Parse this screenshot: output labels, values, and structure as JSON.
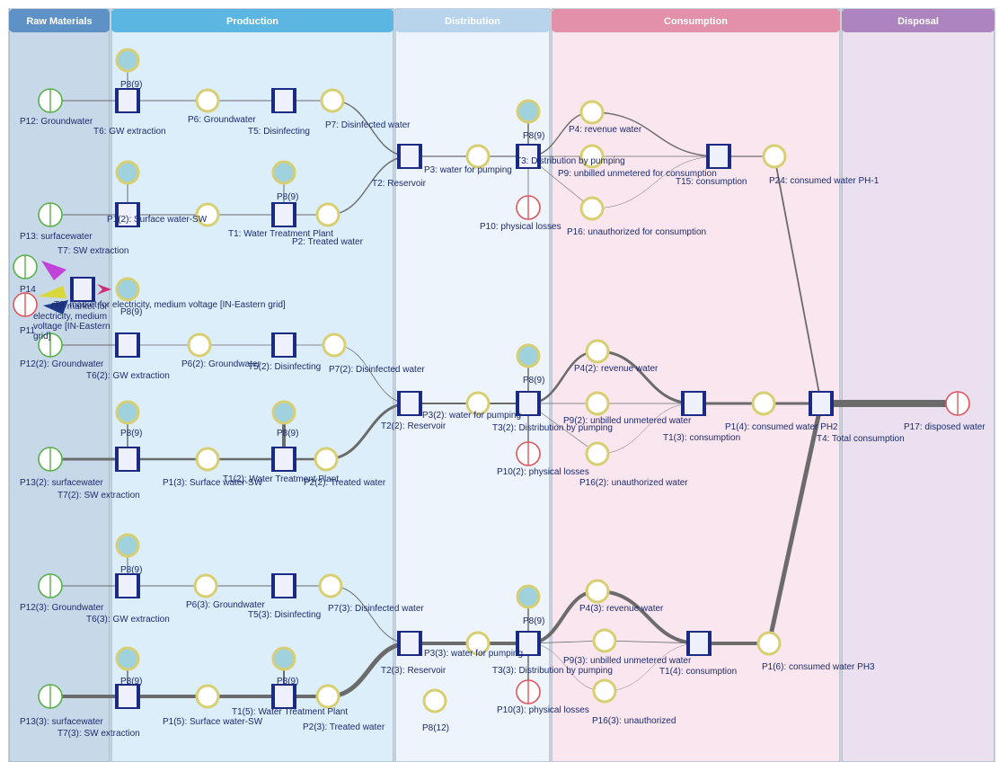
{
  "lanes": [
    {
      "id": "raw",
      "title": "Raw Materials",
      "header": "#5e92c6",
      "bg": "#c7d9e8"
    },
    {
      "id": "prod",
      "title": "Production",
      "header": "#5bb7e2",
      "bg": "#dbeefa"
    },
    {
      "id": "dist",
      "title": "Distribution",
      "header": "#b8d4ec",
      "bg": "#eef4fb"
    },
    {
      "id": "cons",
      "title": "Consumption",
      "header": "#e391aa",
      "bg": "#fae6ee"
    },
    {
      "id": "disp",
      "title": "Disposal",
      "header": "#ad84bd",
      "bg": "#eae0f0"
    }
  ],
  "places": [
    {
      "id": "p8a",
      "label": "P8(9)",
      "kind": "tok"
    },
    {
      "id": "p12",
      "label": "P12: Groundwater",
      "kind": "src"
    },
    {
      "id": "p6",
      "label": "P6: Groundwater",
      "kind": "norm"
    },
    {
      "id": "p7",
      "label": "P7: Disinfected water",
      "kind": "norm"
    },
    {
      "id": "p8b",
      "label": "P8(9)",
      "kind": "tok"
    },
    {
      "id": "p3",
      "label": "P3: water for pumping",
      "kind": "norm"
    },
    {
      "id": "p4",
      "label": "P4: revenue water",
      "kind": "norm"
    },
    {
      "id": "p9",
      "label": "P9: unbilled unmetered for consumption",
      "kind": "norm"
    },
    {
      "id": "p24",
      "label": "P24: consumed water PH-1",
      "kind": "norm"
    },
    {
      "id": "p10",
      "label": "P10: physical losses",
      "kind": "sink"
    },
    {
      "id": "p16",
      "label": "P16: unauthorized for consumption",
      "kind": "norm"
    },
    {
      "id": "p8c",
      "label": "",
      "kind": "tok"
    },
    {
      "id": "p8d",
      "label": "P8(9)",
      "kind": "tok"
    },
    {
      "id": "p13",
      "label": "P13: surfacewater",
      "kind": "src"
    },
    {
      "id": "p1_2",
      "label": "P1(2): Surface water-SW",
      "kind": "norm"
    },
    {
      "id": "p2",
      "label": "P2: Treated water",
      "kind": "norm"
    },
    {
      "id": "p14",
      "label": "P14",
      "kind": "src"
    },
    {
      "id": "p11",
      "label": "P11",
      "kind": "sink"
    },
    {
      "id": "p8e",
      "label": "P8(9)",
      "kind": "tok"
    },
    {
      "id": "p12_2",
      "label": "P12(2): Groundwater",
      "kind": "src"
    },
    {
      "id": "p6_2",
      "label": "P6(2): Groundwater",
      "kind": "norm"
    },
    {
      "id": "p7_2",
      "label": "P7(2): Disinfected water",
      "kind": "norm"
    },
    {
      "id": "p3_2",
      "label": "P3(2): water for pumping",
      "kind": "norm"
    },
    {
      "id": "p8f",
      "label": "P8(9)",
      "kind": "tok"
    },
    {
      "id": "p4_2",
      "label": "P4(2): revenue water",
      "kind": "norm"
    },
    {
      "id": "p9_2",
      "label": "P9(2): unbilled unmetered water",
      "kind": "norm"
    },
    {
      "id": "p1_4",
      "label": "P1(4): consumed water PH2",
      "kind": "norm"
    },
    {
      "id": "p17",
      "label": "P17: disposed water",
      "kind": "sink"
    },
    {
      "id": "p10_2",
      "label": "P10(2): physical losses",
      "kind": "sink"
    },
    {
      "id": "p16_2",
      "label": "P16(2): unauthorized water",
      "kind": "norm"
    },
    {
      "id": "p8g",
      "label": "P8(9)",
      "kind": "tok"
    },
    {
      "id": "p13_2",
      "label": "P13(2): surfacewater",
      "kind": "src"
    },
    {
      "id": "p1_3",
      "label": "P1(3): Surface water-SW",
      "kind": "norm"
    },
    {
      "id": "p8h",
      "label": "P8(9)",
      "kind": "tok"
    },
    {
      "id": "p2_2",
      "label": "P2(2): Treated water",
      "kind": "norm"
    },
    {
      "id": "p8i",
      "label": "P8(9)",
      "kind": "tok"
    },
    {
      "id": "p12_3",
      "label": "P12(3): Groundwater",
      "kind": "src"
    },
    {
      "id": "p6_3",
      "label": "P6(3): Groundwater",
      "kind": "norm"
    },
    {
      "id": "p7_3",
      "label": "P7(3): Disinfected water",
      "kind": "norm"
    },
    {
      "id": "p3_3",
      "label": "P3(3): water for pumping",
      "kind": "norm"
    },
    {
      "id": "p8j",
      "label": "P8(9)",
      "kind": "tok"
    },
    {
      "id": "p4_3",
      "label": "P4(3): revenue water",
      "kind": "norm"
    },
    {
      "id": "p9_3",
      "label": "P9(3): unbilled unmetered water",
      "kind": "norm"
    },
    {
      "id": "p1_6",
      "label": "P1(6): consumed water PH3",
      "kind": "norm"
    },
    {
      "id": "p10_3",
      "label": "P10(3): physical losses",
      "kind": "sink"
    },
    {
      "id": "p16_3",
      "label": "P16(3): unauthorized",
      "kind": "norm"
    },
    {
      "id": "p12b",
      "label": "P8(12)",
      "kind": "norm"
    },
    {
      "id": "p8k",
      "label": "P8(9)",
      "kind": "tok"
    },
    {
      "id": "p13_3",
      "label": "P13(3): surfacewater",
      "kind": "src"
    },
    {
      "id": "p1_5",
      "label": "P1(5): Surface water-SW",
      "kind": "norm"
    },
    {
      "id": "p8l",
      "label": "P8(9)",
      "kind": "tok"
    },
    {
      "id": "p2_3",
      "label": "P2(3): Treated water",
      "kind": "norm"
    }
  ],
  "transitions": [
    {
      "id": "t6",
      "label": "T6: GW extraction"
    },
    {
      "id": "t5",
      "label": "T5: Disinfecting"
    },
    {
      "id": "t2",
      "label": "T2: Reservoir"
    },
    {
      "id": "t3",
      "label": "T3: Distribution by pumping"
    },
    {
      "id": "t15",
      "label": "T15: consumption"
    },
    {
      "id": "t7",
      "label": "T7: SW extraction"
    },
    {
      "id": "t1",
      "label": "T1: Water Treatment Plant"
    },
    {
      "id": "tm",
      "label": "T8: market for electricity, medium voltage [IN-Eastern grid]"
    },
    {
      "id": "t6_2",
      "label": "T6(2): GW extraction"
    },
    {
      "id": "t5_2",
      "label": "T5(2): Disinfecting"
    },
    {
      "id": "t2_2",
      "label": "T2(2): Reservoir"
    },
    {
      "id": "t3_2",
      "label": "T3(2): Distribution by pumping"
    },
    {
      "id": "t1_3",
      "label": "T1(3): consumption"
    },
    {
      "id": "t4",
      "label": "T4: Total consumption"
    },
    {
      "id": "t7_2",
      "label": "T7(2): SW extraction"
    },
    {
      "id": "t1_2",
      "label": "T1(2): Water Treatment Plant"
    },
    {
      "id": "t6_3",
      "label": "T6(3): GW extraction"
    },
    {
      "id": "t5_3",
      "label": "T5(3): Disinfecting"
    },
    {
      "id": "t2_3",
      "label": "T2(3): Reservoir"
    },
    {
      "id": "t3_3",
      "label": "T3(3): Distribution by pumping"
    },
    {
      "id": "t1_4",
      "label": "T1(4): consumption"
    },
    {
      "id": "t7_3",
      "label": "T7(3): SW extraction"
    },
    {
      "id": "t1_5",
      "label": "T1(5): Water Treatment Plant"
    }
  ],
  "colors": {
    "arc": "#6b6b6b",
    "green_flow": "#3fc43f",
    "elec_flow": "#cc2e7a",
    "gw_arc": "#f2a54a",
    "sw_arc": "#9a5bd6"
  }
}
